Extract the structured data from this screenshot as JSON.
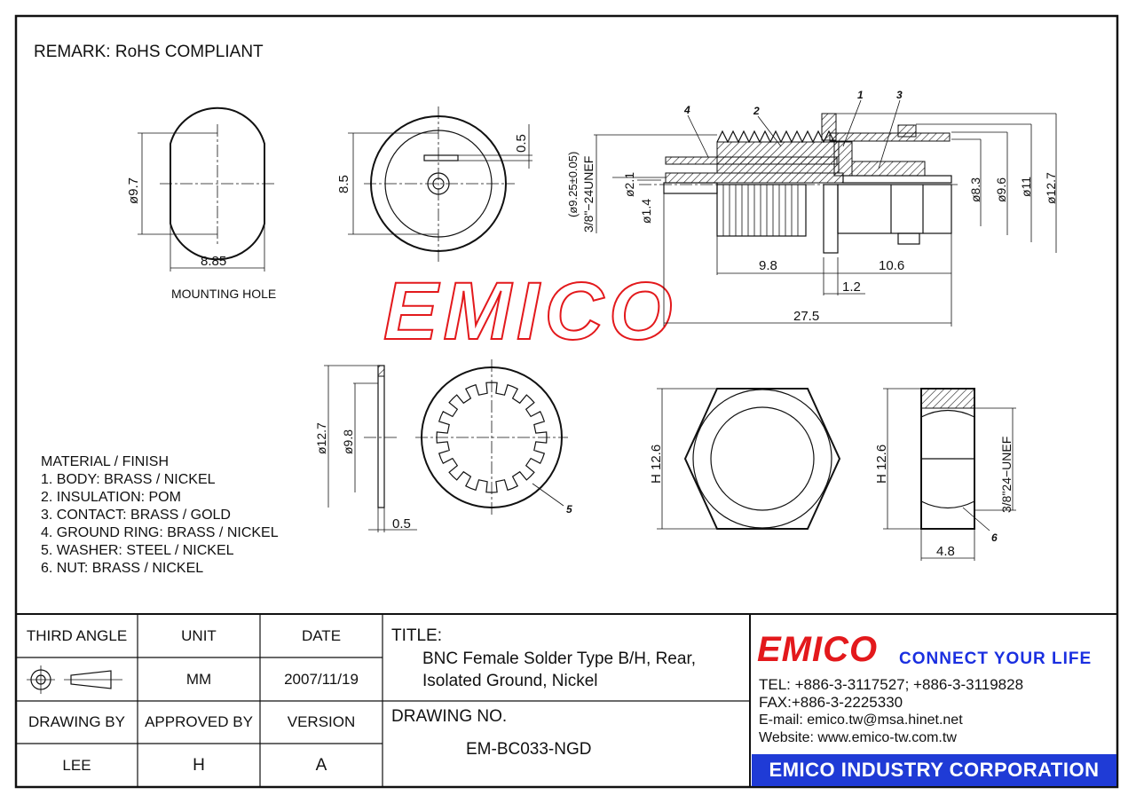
{
  "remark": "REMARK: RoHS COMPLIANT",
  "watermark": "EMICO",
  "mounting_hole": {
    "label": "MOUNTING HOLE",
    "dia": "ø9.7",
    "flat": "8.85"
  },
  "front_view": {
    "height": "8.5",
    "pin": "0.5"
  },
  "section": {
    "callouts": [
      "1",
      "2",
      "3",
      "4"
    ],
    "thread_main": "3/8\"−24UNEF",
    "thread_sub": "(ø9.25±0.05)",
    "d21": "ø2.1",
    "d14": "ø1.4",
    "d83": "ø8.3",
    "d96": "ø9.6",
    "d11": "ø11",
    "d127": "ø12.7",
    "len1": "9.8",
    "len2": "10.6",
    "len3": "1.2",
    "total": "27.5"
  },
  "washer": {
    "d127": "ø12.7",
    "d98": "ø9.8",
    "thk": "0.5",
    "callout": "5"
  },
  "nut": {
    "h1": "H 12.6",
    "h2": "H 12.6",
    "thread": "3/8\"24−UNEF",
    "thk": "4.8",
    "callout": "6"
  },
  "material": {
    "heading": "MATERIAL / FINISH",
    "items": [
      "1. BODY: BRASS / NICKEL",
      "2. INSULATION: POM",
      "3. CONTACT: BRASS / GOLD",
      "4. GROUND RING: BRASS / NICKEL",
      "5. WASHER: STEEL / NICKEL",
      "6. NUT: BRASS / NICKEL"
    ]
  },
  "title_block": {
    "third_angle": "THIRD ANGLE",
    "unit_label": "UNIT",
    "unit_value": "MM",
    "date_label": "DATE",
    "date_value": "2007/11/19",
    "drawing_by_label": "DRAWING BY",
    "drawing_by_value": "LEE",
    "approved_by_label": "APPROVED BY",
    "approved_by_value": "H",
    "version_label": "VERSION",
    "version_value": "A",
    "title_label": "TITLE:",
    "title_line1": "BNC Female Solder Type B/H, Rear,",
    "title_line2": "Isolated Ground, Nickel",
    "drawing_no_label": "DRAWING NO.",
    "drawing_no_value": "EM-BC033-NGD"
  },
  "company": {
    "logo": "EMICO",
    "slogan": "CONNECT YOUR LIFE",
    "tel": "TEL: +886-3-3117527; +886-3-3119828",
    "fax": "FAX:+886-3-2225330",
    "email": "E-mail: emico.tw@msa.hinet.net",
    "website": "Website: www.emico-tw.com.tw",
    "name": "EMICO INDUSTRY CORPORATION",
    "colors": {
      "logo_red": "#e3191c",
      "brand_blue": "#1a2fe0",
      "banner_blue": "#1f3bd6"
    }
  }
}
